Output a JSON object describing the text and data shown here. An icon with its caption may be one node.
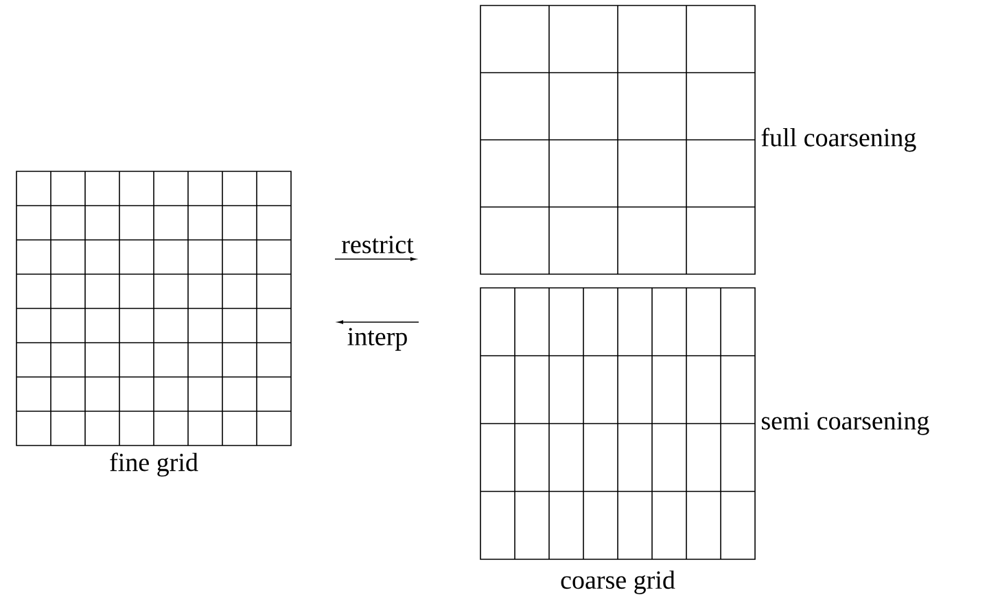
{
  "diagram": {
    "nodes": [
      {
        "text": [
          "fine grid"
        ]
      },
      {
        "text": [
          "full coarsening"
        ]
      },
      {
        "text": [
          "semi coarsening"
        ]
      }
    ],
    "labels": [
      "restrict",
      "interp",
      "coarse grid"
    ]
  }
}
